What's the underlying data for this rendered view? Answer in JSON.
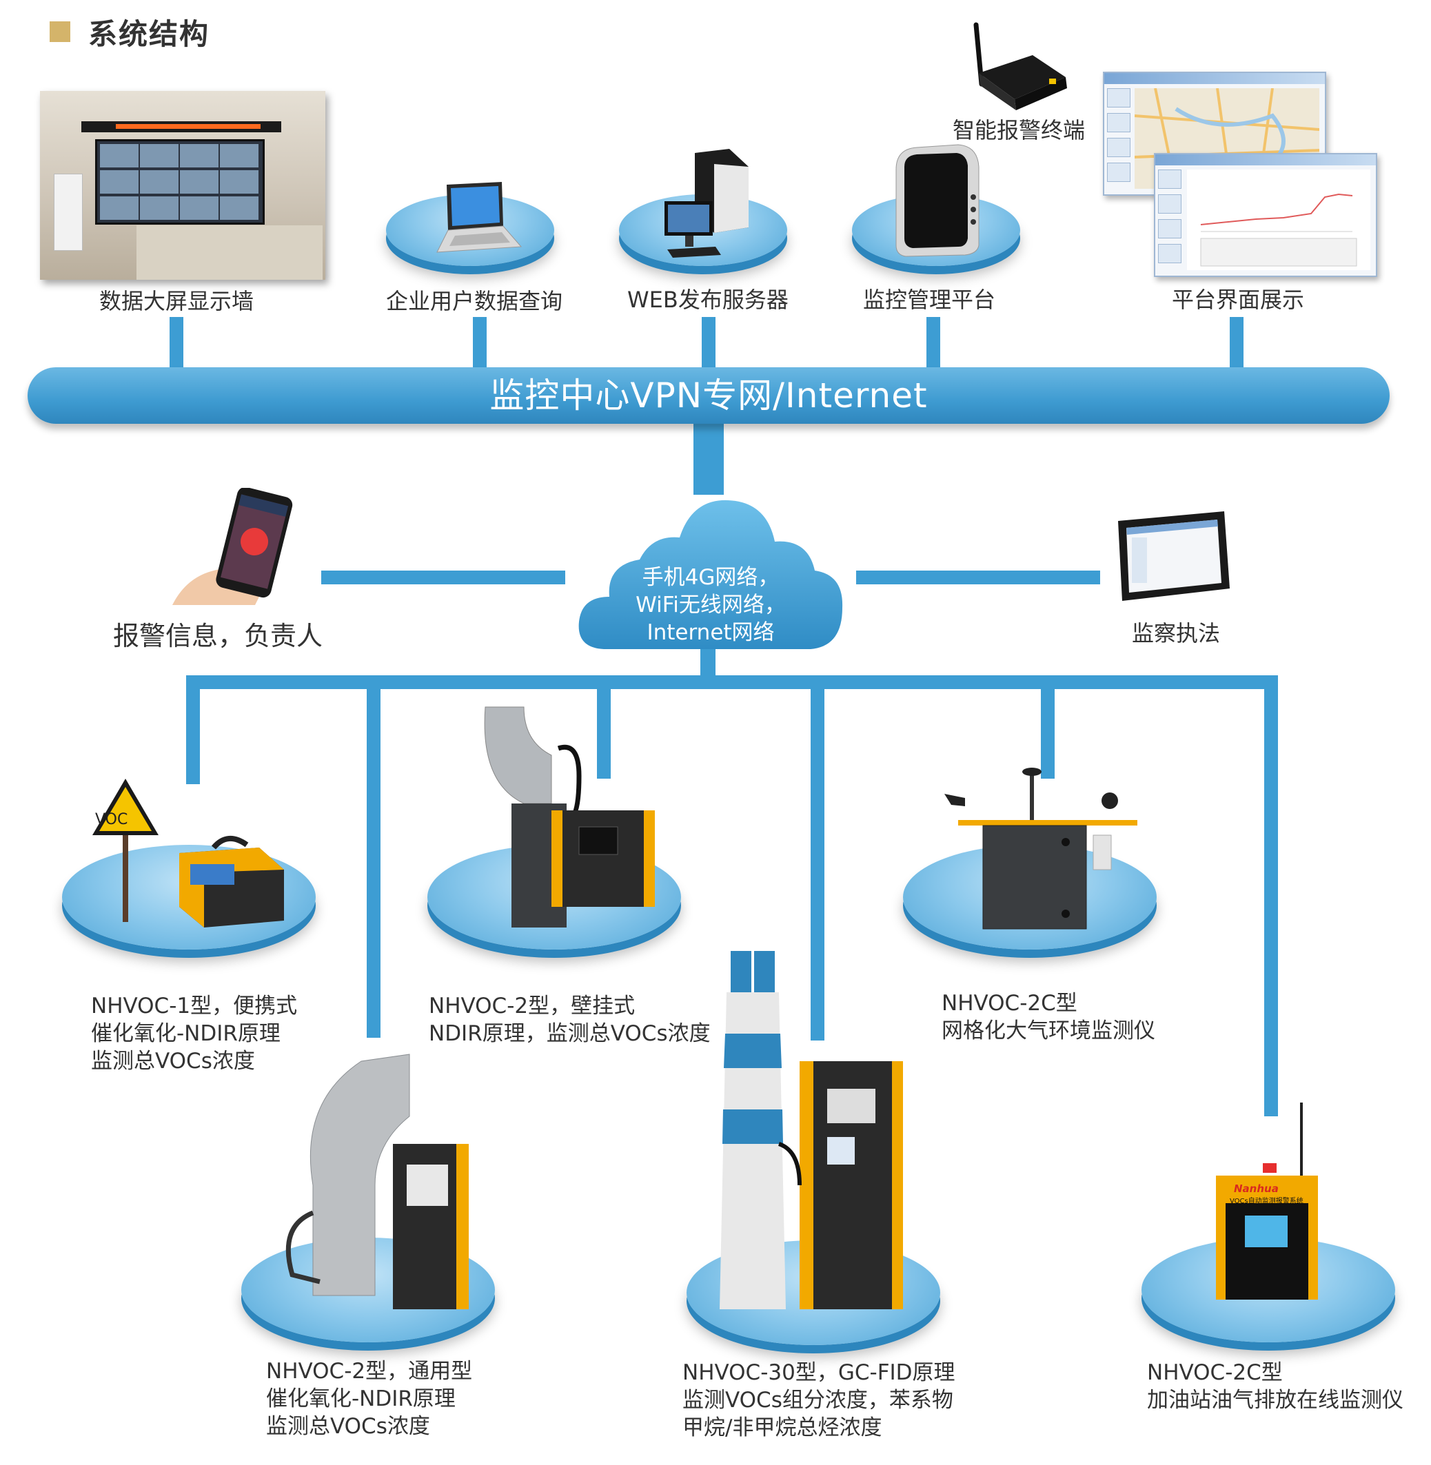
{
  "title": "系统结构",
  "network": {
    "vpn_label": "监控中心VPN专网/Internet",
    "cloud_lines": [
      "手机4G网络，",
      "WiFi无线网络，",
      "Internet网络"
    ]
  },
  "top_nodes": {
    "display_wall": "数据大屏显示墙",
    "enterprise_query": "企业用户数据查询",
    "web_server": "WEB发布服务器",
    "monitor_platform": "监控管理平台",
    "alarm_terminal": "智能报警终端",
    "platform_ui": "平台界面展示"
  },
  "middle_nodes": {
    "alarm_info": "报警信息，负责人",
    "supervision": "监察执法"
  },
  "products": [
    {
      "lines": [
        "NHVOC-1型，便携式",
        "催化氧化-NDIR原理",
        "监测总VOCs浓度"
      ]
    },
    {
      "lines": [
        "NHVOC-2型，壁挂式",
        "NDIR原理，监测总VOCs浓度"
      ]
    },
    {
      "lines": [
        "NHVOC-2C型",
        "网格化大气环境监测仪"
      ]
    },
    {
      "lines": [
        "NHVOC-2型，通用型",
        "催化氧化-NDIR原理",
        "监测总VOCs浓度"
      ]
    },
    {
      "lines": [
        "NHVOC-30型，GC-FID原理",
        "监测VOCs组分浓度，苯系物",
        "甲烷/非甲烷总烃浓度"
      ]
    },
    {
      "lines": [
        "NHVOC-2C型",
        "加油站油气排放在线监测仪"
      ]
    }
  ],
  "device_text": {
    "voc_sign": "VOC",
    "brand": "Nanhua",
    "gas_station_panel": "VOCs自动监测报警系统"
  },
  "colors": {
    "connector": "#3d9dd3",
    "platform": "#8cc9ec",
    "title_square": "#d4b46a",
    "device_yellow": "#f2a900"
  }
}
